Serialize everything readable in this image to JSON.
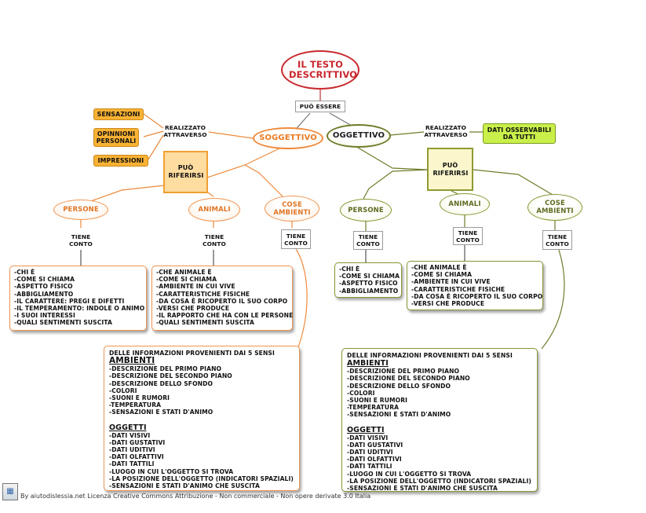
{
  "title": "IL TESTO DESCRITTIVO",
  "can_be": "PUÒ ESSERE",
  "soggettivo": {
    "label": "SOGGETTIVO",
    "realized": "REALIZZATO ATTRAVERSO",
    "modes": [
      "SENSAZIONI",
      "OPINNIONI PERSONALI",
      "IMPRESSIONI"
    ],
    "refer": "PUÒ RIFERIRSI",
    "branches": [
      "PERSONE",
      "ANIMALI",
      "COSE AMBIENTI"
    ],
    "takes_account": "TIENE CONTO",
    "persone_list": [
      "-CHI È",
      "-COME SI CHIAMA",
      "-ASPETTO FISICO",
      "-ABBIGLIAMENTO",
      "-IL CARATTERE: PREGI E DIFETTI",
      "-IL TEMPERAMENTO: INDOLE O ANIMO",
      "-I SUOI INTERESSI",
      "-QUALI SENTIMENTI SUSCITA"
    ],
    "animali_list": [
      "-CHE ANIMALE È",
      "-COME SI CHIAMA",
      "-AMBIENTE IN CUI VIVE",
      "-CARATTERISTICHE FISICHE",
      "-DA COSA È RICOPERTO IL SUO CORPO",
      "-VERSI CHE PRODUCE",
      "-IL RAPPORTO CHE HA CON LE PERSONE",
      "-QUALI SENTIMENTI SUSCITA"
    ]
  },
  "oggettivo": {
    "label": "OGGETTIVO",
    "realized": "REALIZZATO ATTRAVERSO",
    "modes": [
      "DATI OSSERVABILI DA TUTTI"
    ],
    "refer": "PUÒ RIFERIRSI",
    "branches": [
      "PERSONE",
      "ANIMALI",
      "COSE AMBIENTI"
    ],
    "takes_account": "TIENE CONTO",
    "persone_list": [
      "-CHI È",
      "-COME SI CHIAMA",
      "-ASPETTO FISICO",
      "-ABBIGLIAMENTO"
    ],
    "animali_list": [
      "-CHE ANIMALE È",
      "-COME SI CHIAMA",
      "-AMBIENTE IN CUI VIVE",
      "-CARATTERISTICHE FISICHE",
      "-DA COSA È RICOPERTO IL SUO CORPO",
      "-VERSI CHE PRODUCE"
    ]
  },
  "info": {
    "header": "DELLE INFORMAZIONI PROVENIENTI DAI 5 SENSI",
    "ambienti_title": "AMBIENTI",
    "ambienti_list": [
      "-DESCRIZIONE DEL PRIMO PIANO",
      "-DESCRIZIONE DEL SECONDO PIANO",
      "-DESCRIZIONE DELLO SFONDO",
      "-COLORI",
      "-SUONI E RUMORI",
      "-TEMPERATURA",
      "-SENSAZIONI E STATI D'ANIMO"
    ],
    "oggetti_title": "OGGETTI",
    "oggetti_list": [
      "-DATI VISIVI",
      "-DATI GUSTATIVI",
      "-DATI UDITIVI",
      "-DATI OLFATTIVI",
      "-DATI TATTILI",
      "-LUOGO IN CUI L'OGGETTO SI TROVA",
      "-LA POSIZIONE DELL'OGGETTO (INDICATORI SPAZIALI)",
      "-SENSAZIONI E STATI D'ANIMO CHE SUSCITA"
    ]
  },
  "footer": "By aiutodislessia.net Licenza Creative Commons Attribuzione - Non commerciale - Non opere derivate 3.0 Italia",
  "colors": {
    "title": "#c8282e",
    "soggettivo": "#ee8a3c",
    "oggettivo": "#6f7b2a",
    "mode_orange": "#f9b233",
    "mode_green": "#c9f04a"
  }
}
